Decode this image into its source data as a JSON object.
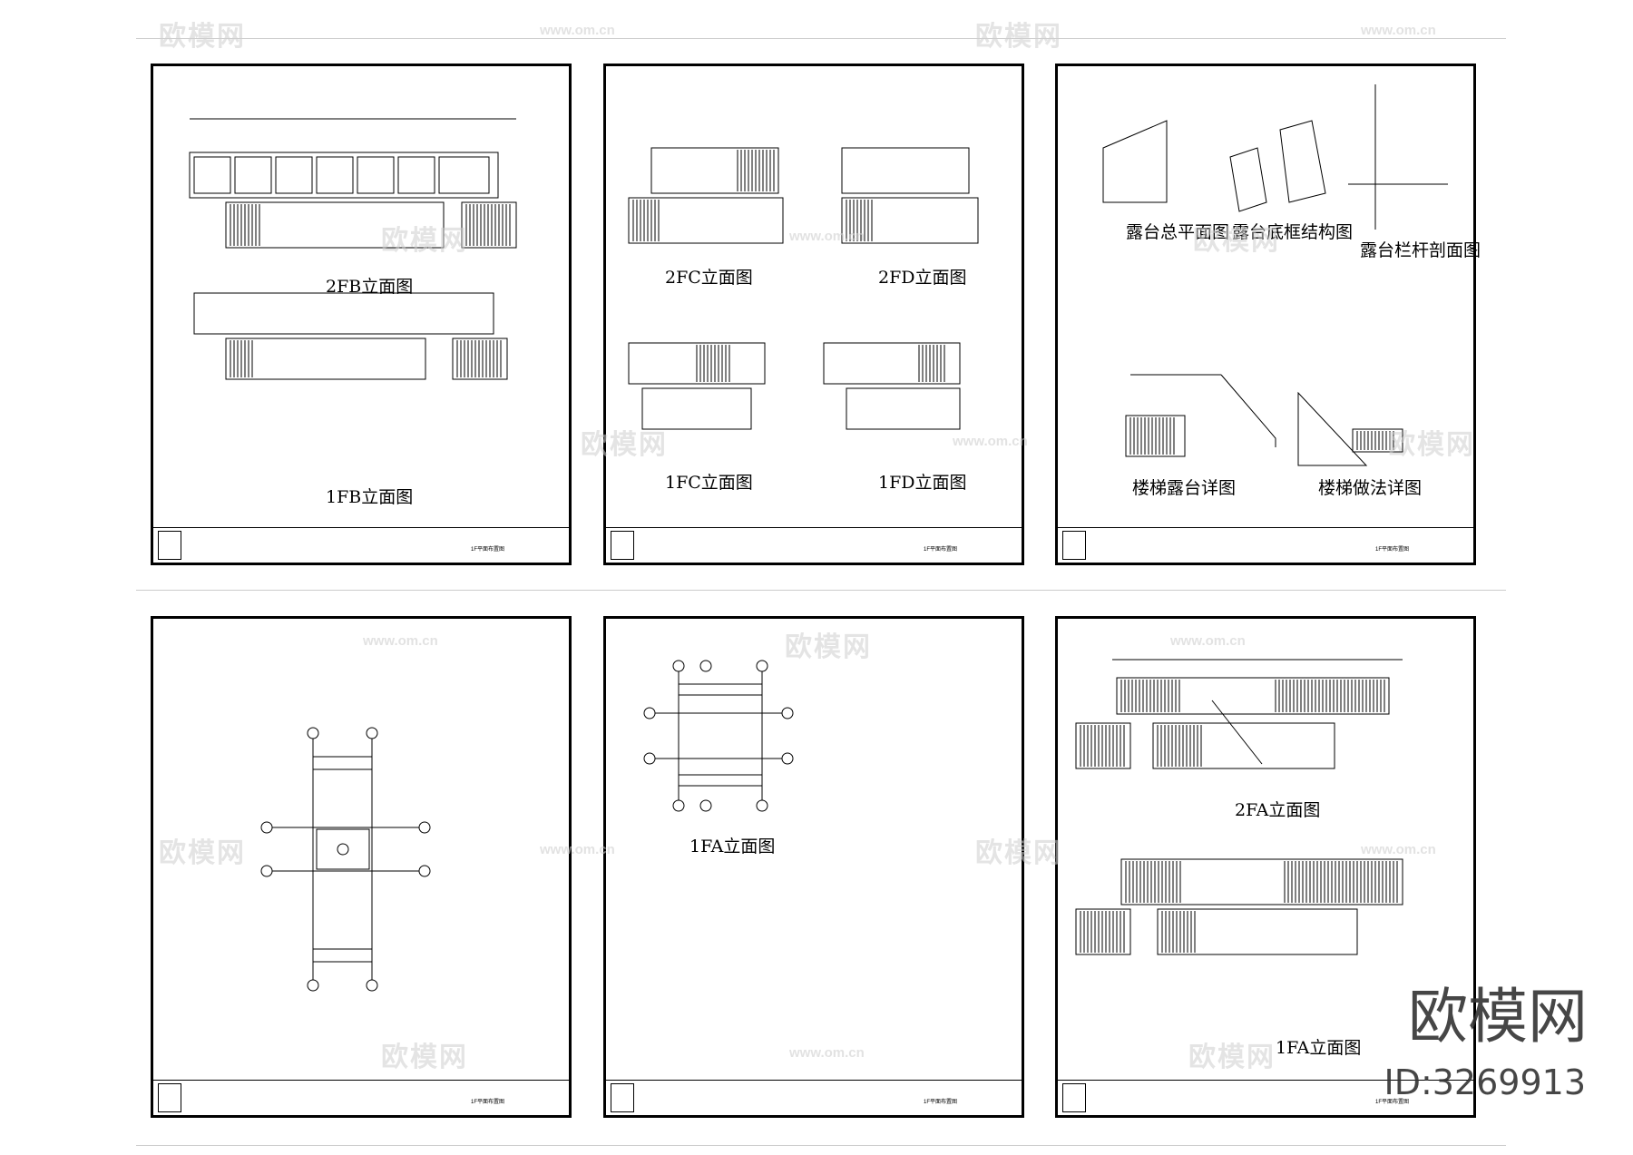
{
  "sheets": [
    {
      "id": "sheet-1",
      "titles": [
        "2FB立面图",
        "1FB立面图"
      ]
    },
    {
      "id": "sheet-2",
      "titles": [
        "2FC立面图",
        "2FD立面图",
        "1FC立面图",
        "1FD立面图"
      ]
    },
    {
      "id": "sheet-3",
      "titles": [
        "露台总平面图",
        "露台底框结构图",
        "露台栏杆剖面图",
        "楼梯露台详图",
        "楼梯做法详图"
      ]
    },
    {
      "id": "sheet-4",
      "titles": []
    },
    {
      "id": "sheet-5",
      "titles": [
        "1FA立面图"
      ]
    },
    {
      "id": "sheet-6",
      "titles": [
        "2FA立面图",
        "1FA立面图"
      ]
    }
  ],
  "titleblock": {
    "drawing_name": "1F平面布置图"
  },
  "watermark": {
    "brand": "欧模网",
    "url": "www.om.cn"
  },
  "corner": {
    "logo": "欧模网",
    "id": "ID:3269913"
  },
  "colors": {
    "line": "#000000",
    "watermark": "#cfcfcf"
  }
}
